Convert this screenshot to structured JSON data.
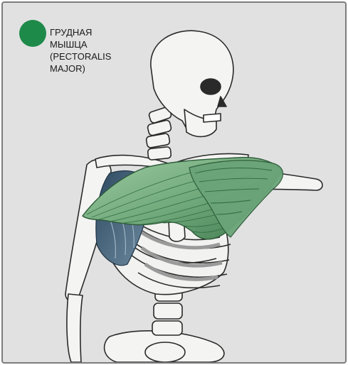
{
  "legend": {
    "lines": [
      "ГРУДНАЯ",
      "МЫШЦА",
      "(PECTORALIS",
      "MAJOR)"
    ],
    "color": "#1e8a4a"
  },
  "colors": {
    "background": "#e1e1e1",
    "border": "#7c7c7c",
    "bone": "#f4f4f2",
    "bone_outline": "#2a2a2a",
    "muscle_dark": "#4d8c5c",
    "muscle_light": "#9ccaa0",
    "serratus": "#3f5f78"
  }
}
